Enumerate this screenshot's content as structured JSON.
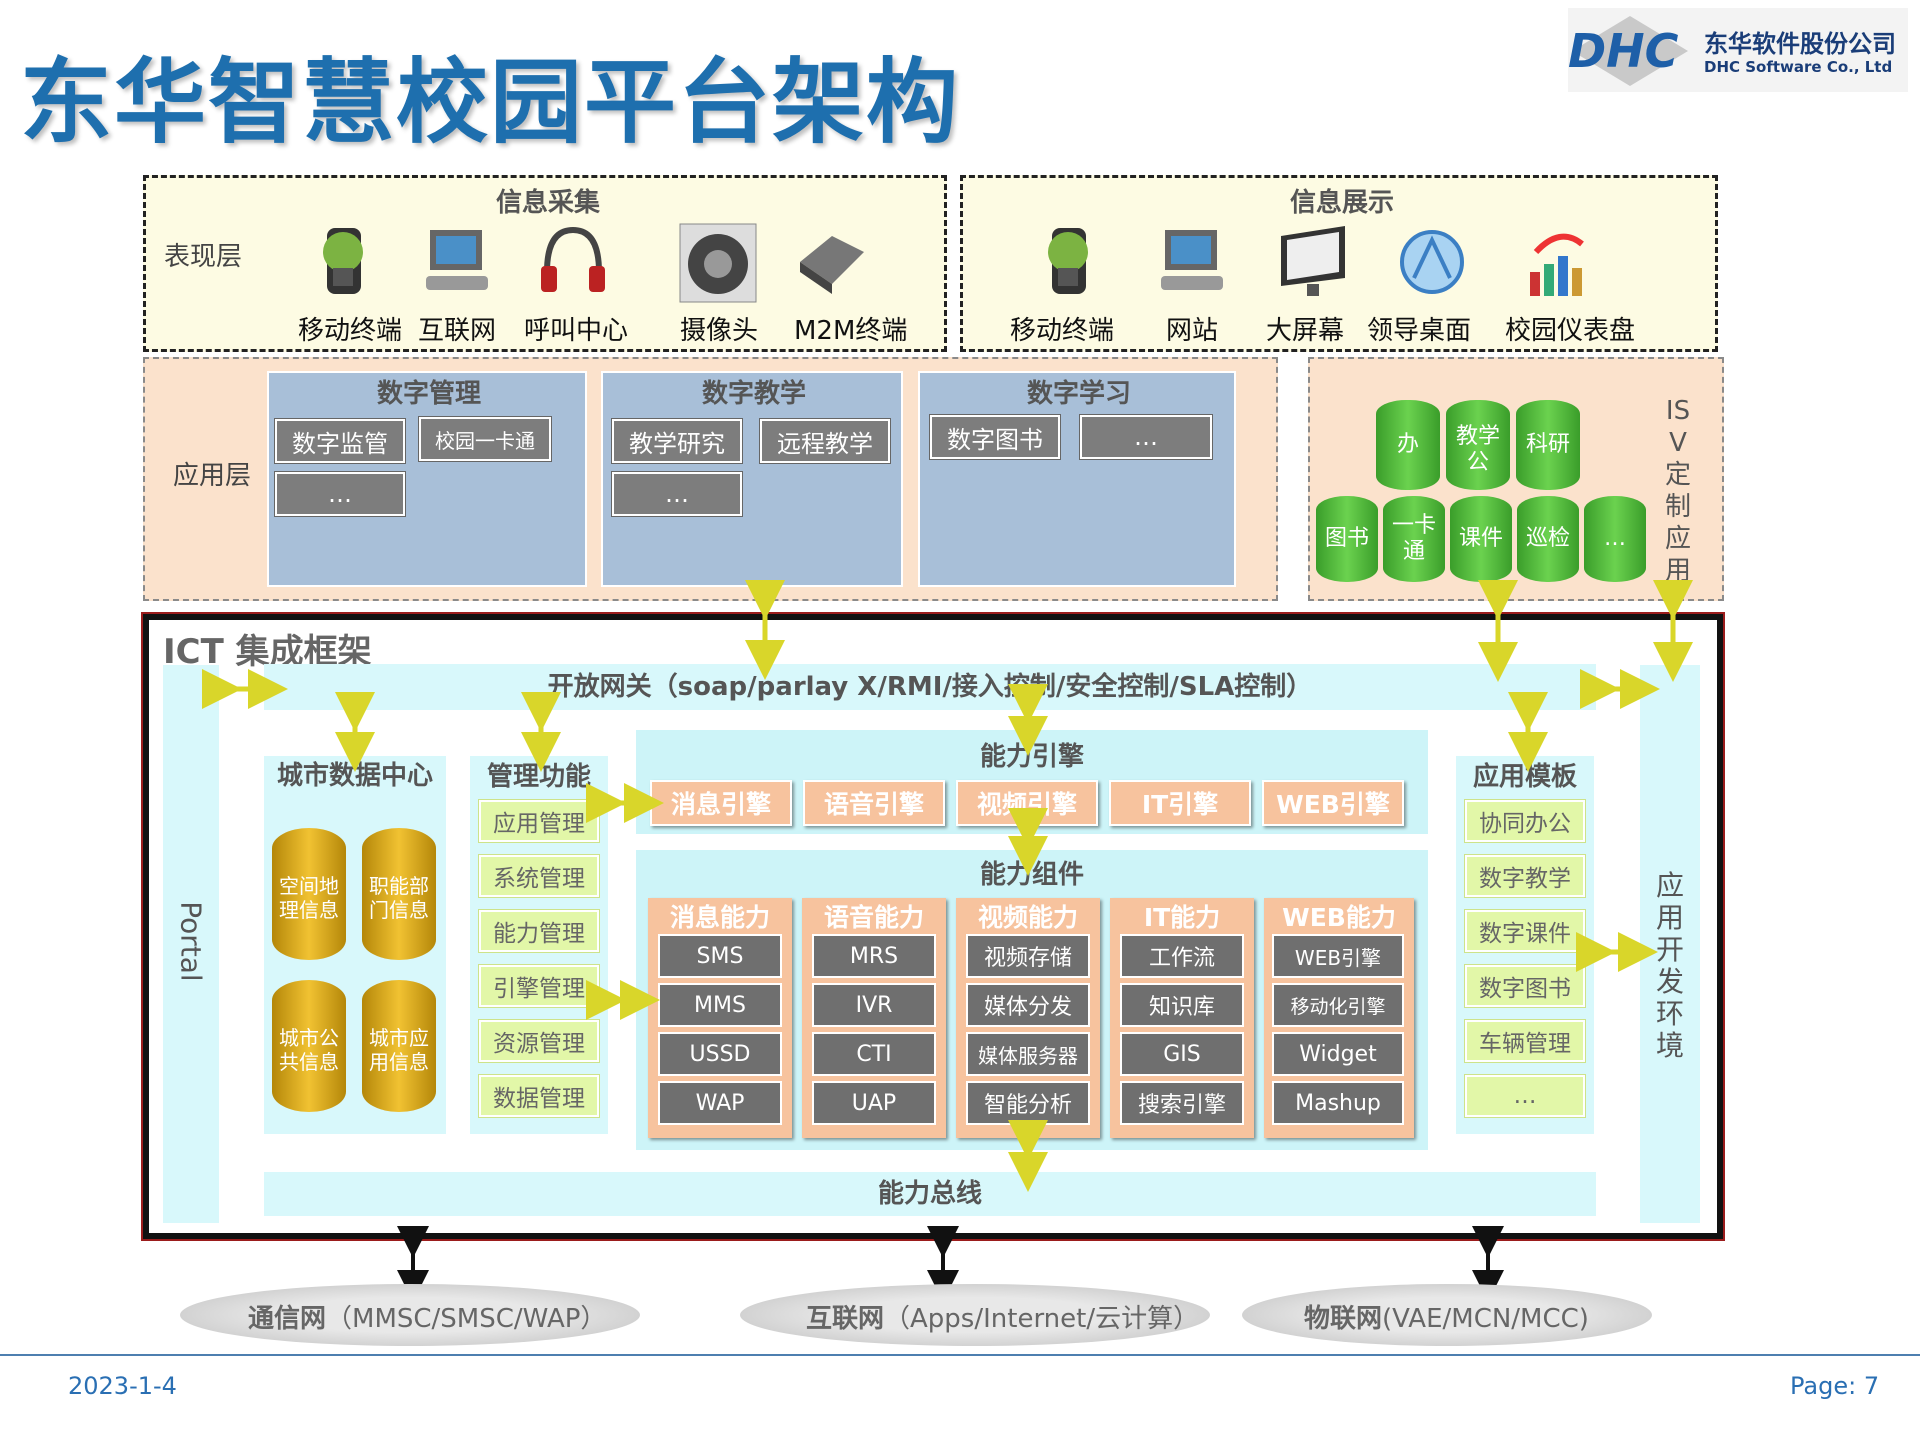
{
  "slide_title": "东华智慧校园平台架构",
  "logo": {
    "mark": "DHC",
    "cn": "东华软件股份公司",
    "en": "DHC Software Co., Ltd"
  },
  "presentation_layer": {
    "label": "表现层",
    "collect": {
      "title": "信息采集",
      "items": [
        "移动终端",
        "互联网",
        "呼叫中心",
        "摄像头",
        "M2M终端"
      ]
    },
    "display": {
      "title": "信息展示",
      "items": [
        "移动终端",
        "网站",
        "大屏幕",
        "领导桌面",
        "校园仪表盘"
      ]
    }
  },
  "application_layer": {
    "label": "应用层",
    "panels": [
      {
        "title": "数字管理",
        "items": [
          "数字监管",
          "校园一卡通",
          "…"
        ]
      },
      {
        "title": "数字教学",
        "items": [
          "教学研究",
          "远程教学",
          "…"
        ]
      },
      {
        "title": "数字学习",
        "items": [
          "数字图书",
          "…"
        ]
      }
    ],
    "isv": {
      "label": "ISV定制应用",
      "cylinders": [
        "办",
        "教学公",
        "科研",
        "图书",
        "一卡通",
        "课件",
        "巡检",
        "…"
      ]
    }
  },
  "ict": {
    "title": "ICT 集成框架",
    "gateway": "开放网关（soap/parlay X/RMI/接入控制/安全控制/SLA控制）",
    "portal": "Portal",
    "dev_env": "应用开发环境",
    "city_data": {
      "title": "城市数据中心",
      "items": [
        "空间地理信息",
        "职能部门信息",
        "城市公共信息",
        "城市应用信息"
      ]
    },
    "management": {
      "title": "管理功能",
      "items": [
        "应用管理",
        "系统管理",
        "能力管理",
        "引擎管理",
        "资源管理",
        "数据管理"
      ]
    },
    "engines": {
      "title": "能力引擎",
      "items": [
        "消息引擎",
        "语音引擎",
        "视频引擎",
        "IT引擎",
        "WEB引擎"
      ]
    },
    "components": {
      "title": "能力组件",
      "columns": [
        {
          "title": "消息能力",
          "items": [
            "SMS",
            "MMS",
            "USSD",
            "WAP"
          ]
        },
        {
          "title": "语音能力",
          "items": [
            "MRS",
            "IVR",
            "CTI",
            "UAP"
          ]
        },
        {
          "title": "视频能力",
          "items": [
            "视频存储",
            "媒体分发",
            "媒体服务器",
            "智能分析"
          ]
        },
        {
          "title": "IT能力",
          "items": [
            "工作流",
            "知识库",
            "GIS",
            "搜索引擎"
          ]
        },
        {
          "title": "WEB能力",
          "items": [
            "WEB引擎",
            "移动化引擎",
            "Widget",
            "Mashup"
          ]
        }
      ]
    },
    "templates": {
      "title": "应用模板",
      "items": [
        "协同办公",
        "数字教学",
        "数字课件",
        "数字图书",
        "车辆管理",
        "…"
      ]
    },
    "bus": "能力总线"
  },
  "networks": [
    {
      "name": "通信网",
      "detail": "（MMSC/SMSC/WAP）"
    },
    {
      "name": "互联网",
      "detail": "（Apps/Internet/云计算）"
    },
    {
      "name": "物联网",
      "detail": "(VAE/MCN/MCC)"
    }
  ],
  "footer": {
    "date": "2023-1-4",
    "page": "Page: 7"
  },
  "colors": {
    "title": "#1e6fae",
    "frame": "#111111",
    "cyan": "#d8f8fb",
    "orange": "#f7c39e",
    "green": "#55bb3c",
    "gold": "#e0ad1c",
    "yellow_arrow": "#e8e63a"
  }
}
